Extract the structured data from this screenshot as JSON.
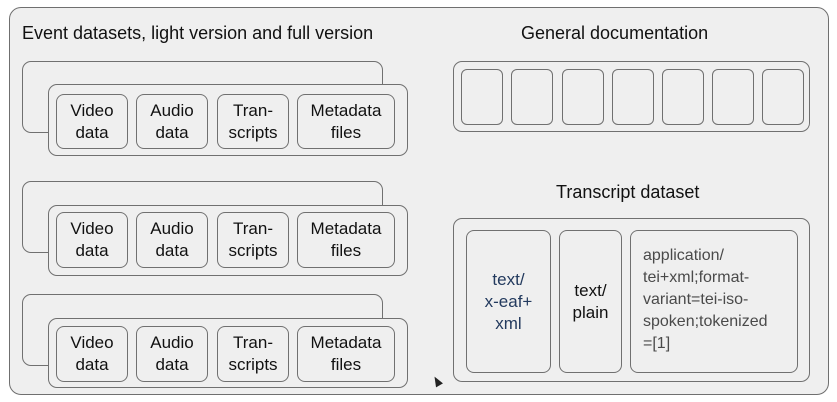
{
  "event_section": {
    "title": "Event datasets, light version and full version",
    "groups": [
      {
        "items": [
          "Video\ndata",
          "Audio\ndata",
          "Tran-\nscripts",
          "Metadata\nfiles"
        ]
      },
      {
        "items": [
          "Video\ndata",
          "Audio\ndata",
          "Tran-\nscripts",
          "Metadata\nfiles"
        ]
      },
      {
        "items": [
          "Video\ndata",
          "Audio\ndata",
          "Tran-\nscripts",
          "Metadata\nfiles"
        ]
      }
    ]
  },
  "documentation_section": {
    "title": "General documentation",
    "document_count": 7
  },
  "transcript_section": {
    "title": "Transcript dataset",
    "formats": [
      "text/\nx-eaf+\nxml",
      "text/\nplain",
      "application/\ntei+xml;format-\nvariant=tei-iso-\nspoken;tokenized\n=[1]"
    ]
  }
}
